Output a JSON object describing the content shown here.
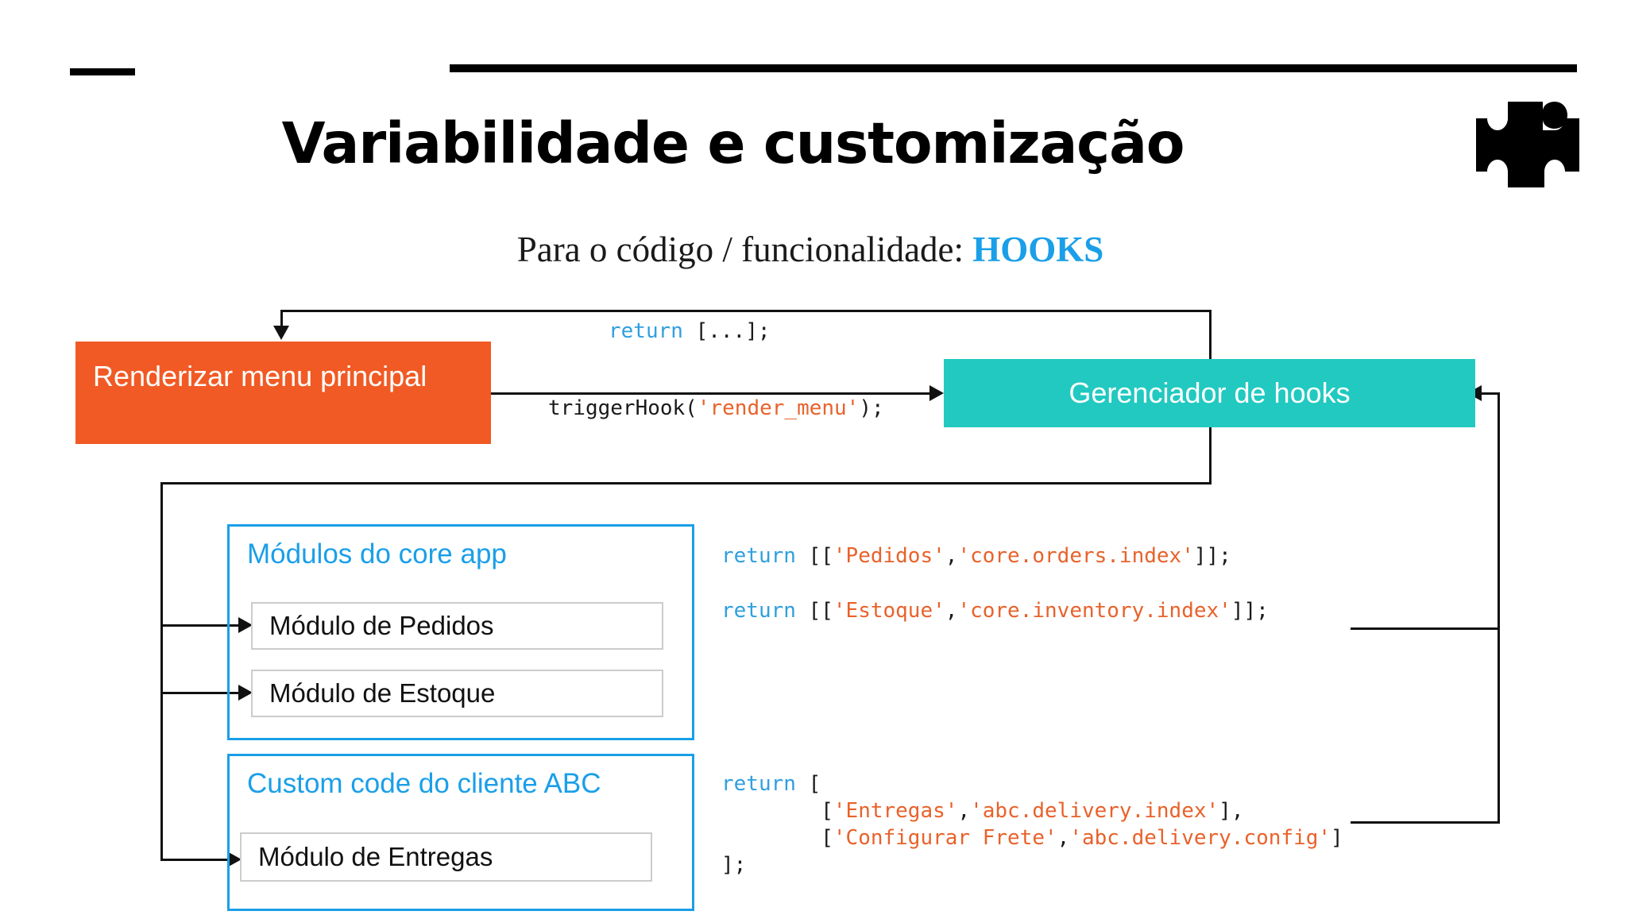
{
  "slide": {
    "title": "Variabilidade e customização",
    "subtitle_prefix": "Para o código / funcionalidade: ",
    "subtitle_highlight": "HOOKS",
    "icon": "puzzle-piece-icon",
    "colors": {
      "accent_blue": "#1a9fe8",
      "orange": "#F15A24",
      "teal": "#22C9C0",
      "code_keyword": "#2f9fe0",
      "code_string": "#e8622b"
    }
  },
  "flow": {
    "render_menu_box": "Renderizar menu principal",
    "hook_manager_box": "Gerenciador de hooks"
  },
  "code": {
    "return_top": {
      "keyword": "return",
      "rest": " [...];"
    },
    "trigger_hook": {
      "prefix": "triggerHook(",
      "arg": "'render_menu'",
      "suffix": ");"
    },
    "orders": {
      "keyword": "return",
      "open": " [[",
      "label": "'Pedidos'",
      "comma": ",",
      "route": "'core.orders.index'",
      "close": "]];"
    },
    "inventory": {
      "keyword": "return",
      "open": " [[",
      "label": "'Estoque'",
      "comma": ",",
      "route": "'core.inventory.index'",
      "close": "]];"
    },
    "delivery": {
      "keyword": "return",
      "open": " [",
      "line2_open": "        [",
      "line2_label": "'Entregas'",
      "line2_comma": ",",
      "line2_route": "'abc.delivery.index'",
      "line2_close": "],",
      "line3_open": "        [",
      "line3_label": "'Configurar Frete'",
      "line3_comma": ",",
      "line3_route": "'abc.delivery.config'",
      "line3_close": "]",
      "line4": "];"
    }
  },
  "groups": [
    {
      "title": "Módulos do core app",
      "modules": [
        "Módulo de Pedidos",
        "Módulo de Estoque"
      ]
    },
    {
      "title": "Custom code do cliente ABC",
      "modules": [
        "Módulo de Entregas"
      ]
    }
  ]
}
